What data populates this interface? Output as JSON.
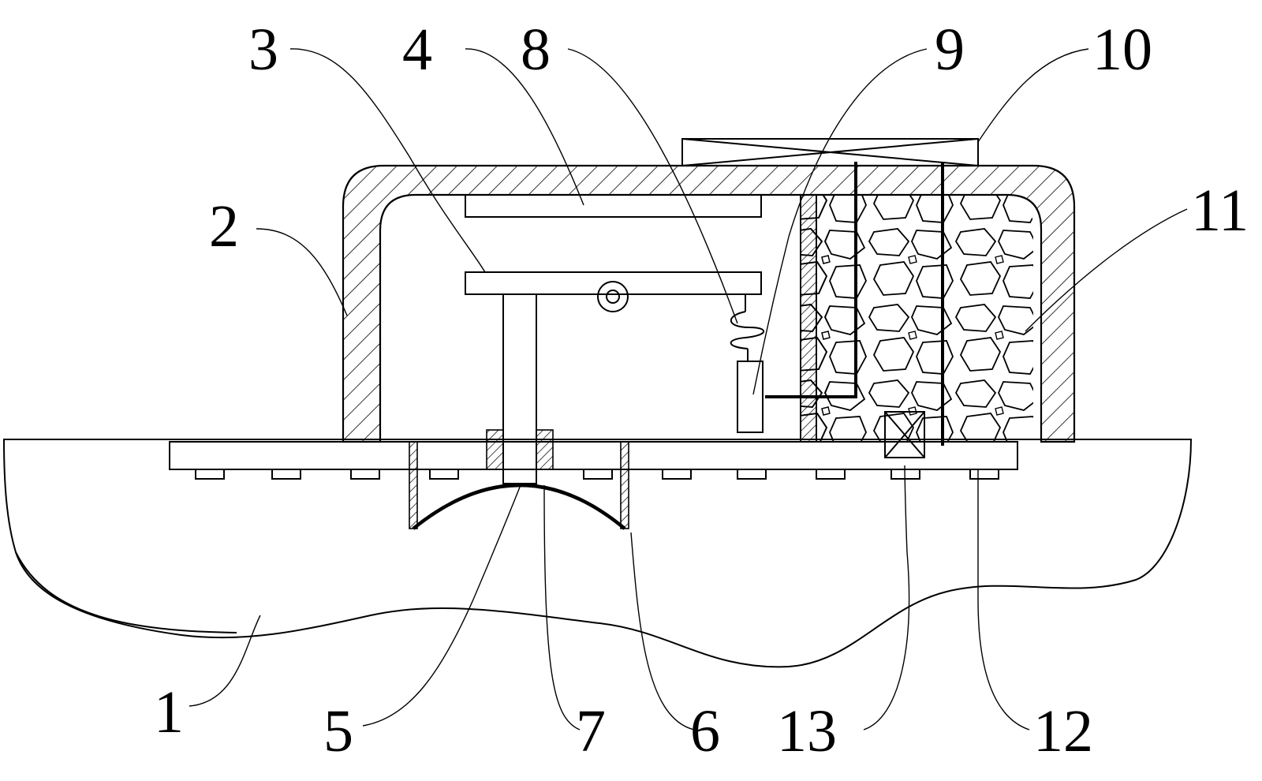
{
  "labels": {
    "l1": "1",
    "l2": "2",
    "l3": "3",
    "l4": "4",
    "l5": "5",
    "l6": "6",
    "l7": "7",
    "l8": "8",
    "l9": "9",
    "l10": "10",
    "l11": "11",
    "l12": "12",
    "l13": "13"
  },
  "colors": {
    "line": "#000000",
    "background": "#ffffff"
  }
}
